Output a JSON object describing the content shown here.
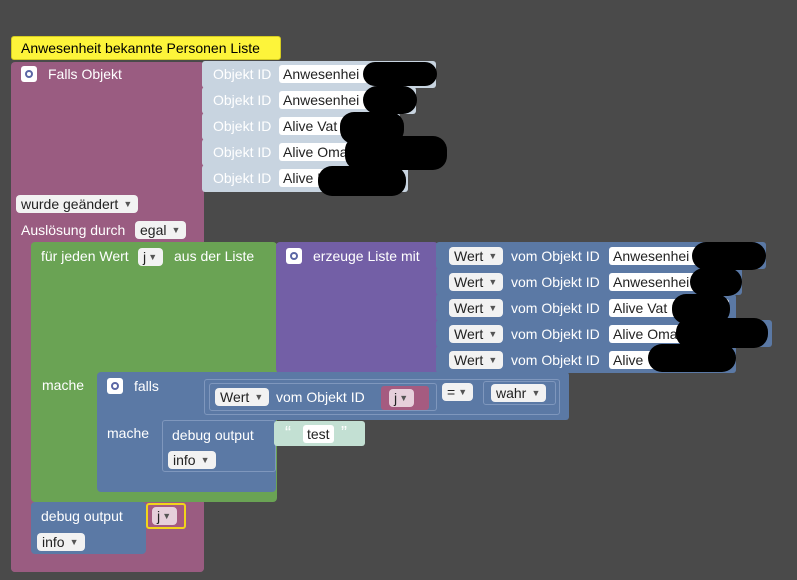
{
  "comment": {
    "text": "Anwesenheit bekannte Personen Liste"
  },
  "trigger": {
    "label": "Falls Objekt",
    "object_id_label": "Objekt ID",
    "object_ids": [
      "Anwesenhei",
      "Anwesenhei",
      "Alive Vat",
      "Alive Oma",
      "Alive F"
    ],
    "changed_option": "wurde geändert",
    "trigger_label": "Auslösung durch",
    "trigger_option": "egal"
  },
  "loop": {
    "label_prefix": "für jeden Wert",
    "variable": "j",
    "label_suffix": "aus der Liste",
    "do_label": "mache"
  },
  "list": {
    "label": "erzeuge Liste mit",
    "items": [
      {
        "value_option": "Wert",
        "label": "vom Objekt ID",
        "id": "Anwesenhei"
      },
      {
        "value_option": "Wert",
        "label": "vom Objekt ID",
        "id": "Anwesenhei"
      },
      {
        "value_option": "Wert",
        "label": "vom Objekt ID",
        "id": "Alive Vat"
      },
      {
        "value_option": "Wert",
        "label": "vom Objekt ID",
        "id": "Alive Oma"
      },
      {
        "value_option": "Wert",
        "label": "vom Objekt ID",
        "id": "Alive"
      }
    ]
  },
  "ifblock": {
    "label": "falls",
    "value_option": "Wert",
    "value_label": "vom Objekt ID",
    "var": "j",
    "operator": "=",
    "compare_value": "wahr",
    "do_label": "mache",
    "debug_label": "debug output",
    "debug_text": "test",
    "debug_level": "info"
  },
  "debug2": {
    "label": "debug output",
    "var": "j",
    "level": "info"
  },
  "colors": {
    "background": "#4a4a4a",
    "event": "#9a5c81",
    "object": "#c8d4e0",
    "loop": "#6aa354",
    "list": "#735fa6",
    "logic": "#5b79a5",
    "text": "#c3e0d3",
    "comment": "#fdf43a"
  }
}
